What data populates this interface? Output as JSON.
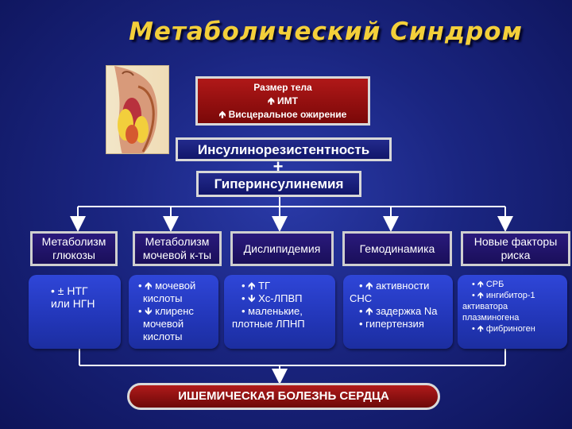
{
  "title": "Метаболический Синдром",
  "size_box": {
    "line1": "Размер тела",
    "line2": "🡹 ИМТ",
    "line3": "🡹 Висцеральное ожирение"
  },
  "insulin_resistance": "Инсулинорезистентность",
  "plus": "+",
  "hyperinsulinemia": "Гиперинсулинемия",
  "categories": [
    {
      "label": "Метаболизм глюкозы"
    },
    {
      "label": "Метаболизм мочевой к-ты"
    },
    {
      "label": "Дислипидемия"
    },
    {
      "label": "Гемодинамика"
    },
    {
      "label": "Новые факторы риска"
    }
  ],
  "panels": [
    {
      "items": [
        "• ± НТГ",
        "или НГН"
      ]
    },
    {
      "items": [
        "• 🡹 мочевой",
        "кислоты",
        "• 🡻 клиренс",
        "мочевой",
        "кислоты"
      ]
    },
    {
      "items": [
        "• 🡹 ТГ",
        "• 🡻 Хс-ЛПВП",
        "• маленькие,",
        "плотные ЛПНП"
      ]
    },
    {
      "items": [
        "• 🡹 активности",
        "СНС",
        "• 🡹 задержка Na",
        "• гипертензия"
      ]
    },
    {
      "items": [
        "• 🡹 СРБ",
        "• 🡹 ингибитор-1",
        "активатора",
        "плазминогена",
        "• 🡹 фибриноген"
      ]
    }
  ],
  "outcome": "ИШЕМИЧЕСКАЯ БОЛЕЗНЬ СЕРДЦА",
  "colors": {
    "title": "#f3cf3a",
    "red_box": "#9b1010",
    "panel": "#2a40c8"
  }
}
